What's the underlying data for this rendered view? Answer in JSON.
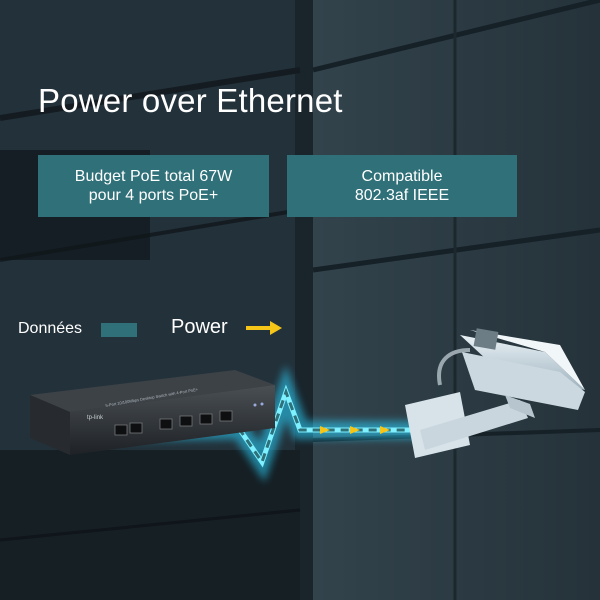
{
  "title": "Power over Ethernet",
  "badges": {
    "left": {
      "line1": "Budget PoE total 67W",
      "line2": "pour 4 ports PoE+"
    },
    "right": {
      "line1": "Compatible",
      "line2": "802.3af IEEE"
    }
  },
  "legend": {
    "data_label": "Données",
    "power_label": "Power"
  },
  "device": {
    "brand": "tp-link",
    "model_text": "5-Port 10/100Mbps Desktop Switch with 4-Port PoE+"
  },
  "colors": {
    "data_color": "#2f7079",
    "power_arrow": "#f5c518",
    "glow": "#3fd8ff"
  }
}
